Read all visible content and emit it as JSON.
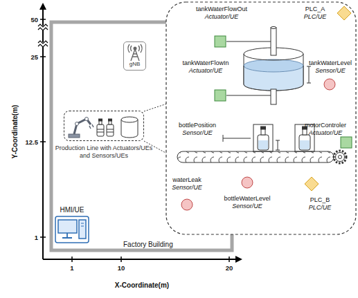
{
  "diagram": {
    "nodes": [
      {
        "text": [
          "Factory Building"
        ]
      },
      {
        "text": [
          "gNB"
        ],
        "in": 0
      },
      {
        "text": [
          "Production Line with Actuators/UEs and Sensors/UEs"
        ],
        "in": 0
      },
      {
        "text": [
          "HMI/UE"
        ],
        "in": 0
      },
      {
        "text": [
          "tankWaterFlowOut",
          "Actuator/UE"
        ]
      },
      {
        "text": [
          "PLC_A",
          "PLC/UE"
        ]
      },
      {
        "text": [
          "tankWaterFlowIn",
          "Actuator/UE"
        ]
      },
      {
        "text": [
          "tankWaterLevel",
          "Sensor/UE"
        ]
      },
      {
        "text": [
          "bottlePosition",
          "Sensor/UE"
        ]
      },
      {
        "text": [
          "motorControler",
          "Actuator/UE"
        ]
      },
      {
        "text": [
          "waterLeak",
          "Sensor/UE"
        ]
      },
      {
        "text": [
          "bottleWaterLevel",
          "Sensor/UE"
        ]
      },
      {
        "text": [
          "PLC_B",
          "PLC/UE"
        ]
      }
    ],
    "labels": [
      "50",
      "25",
      "12.5",
      "1",
      "1",
      "10",
      "20",
      "Y-Coordinate(m)",
      "X-Coordinate(m)"
    ]
  }
}
